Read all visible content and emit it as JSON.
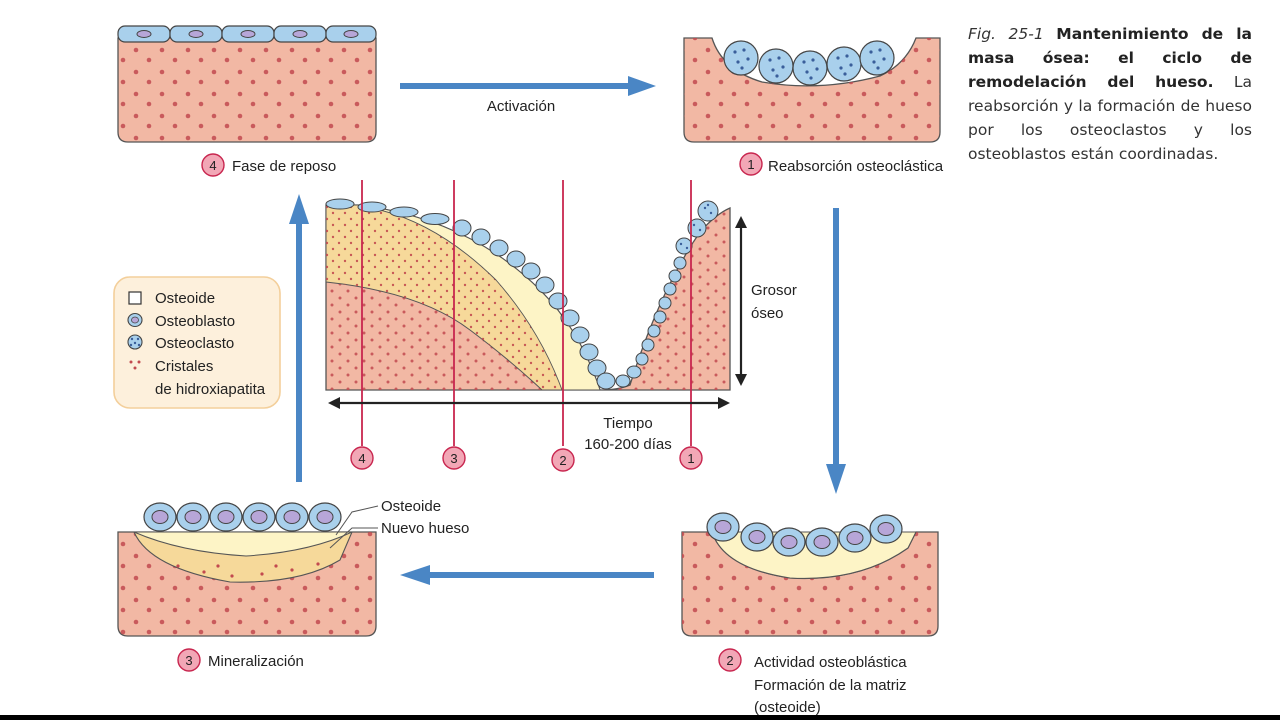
{
  "caption": {
    "fig_label": "Fig. 25-1",
    "title": "Mantenimiento de la masa ósea: el ciclo de remodelación del hueso.",
    "body": "La reabsorción y la formación de hueso por los osteoclastos y los osteoblastos están coordinadas."
  },
  "stages": {
    "rest": {
      "number": "4",
      "label": "Fase de reposo"
    },
    "resorption": {
      "number": "1",
      "label": "Reabsorción osteoclástica"
    },
    "formation": {
      "number": "2",
      "label_line1": "Actividad osteoblástica",
      "label_line2": "Formación de la matriz",
      "label_line3": "(osteoide)"
    },
    "mineralization": {
      "number": "3",
      "label": "Mineralización"
    }
  },
  "arrows": {
    "activation_label": "Activación"
  },
  "legend": {
    "osteoid": "Osteoide",
    "osteoblast": "Osteoblasto",
    "osteoclast": "Osteoclasto",
    "crystals_line1": "Cristales",
    "crystals_line2": "de hidroxiapatita"
  },
  "annotations": {
    "osteoid": "Osteoide",
    "new_bone": "Nuevo hueso"
  },
  "timeline": {
    "axis_label_line1": "Tiempo",
    "axis_label_line2": "160-200 días",
    "thickness_line1": "Grosor",
    "thickness_line2": "óseo",
    "markers": [
      "4",
      "3",
      "2",
      "1"
    ]
  },
  "colors": {
    "bone": "#f2b8a4",
    "bone_border": "#555555",
    "osteoid": "#fdf4c6",
    "mineralizing": "#f6d99a",
    "cell": "#a9d0ec",
    "nucleus": "#b7a6d8",
    "arrow": "#4a86c5",
    "marker": "#c8264f",
    "marker_fill": "#f2a7b6",
    "legend_bg": "#fdf0dc",
    "legend_border": "#f3cf9b"
  }
}
